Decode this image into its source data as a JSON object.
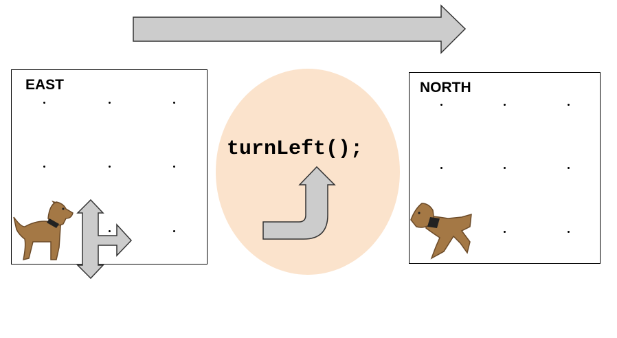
{
  "diagram": {
    "before": {
      "label": "EAST"
    },
    "after": {
      "label": "NORTH"
    },
    "command": "turnLeft();",
    "colors": {
      "arrow_fill": "#cccccc",
      "arrow_stroke": "#333333",
      "bubble": "#fbe3cc",
      "dog": "#a47845",
      "dog_dark": "#6b4a28",
      "collar": "#222222"
    },
    "icons": [
      "right-arrow-icon",
      "direction-indicator-icon",
      "turn-left-arrow-icon",
      "dog-icon"
    ]
  }
}
